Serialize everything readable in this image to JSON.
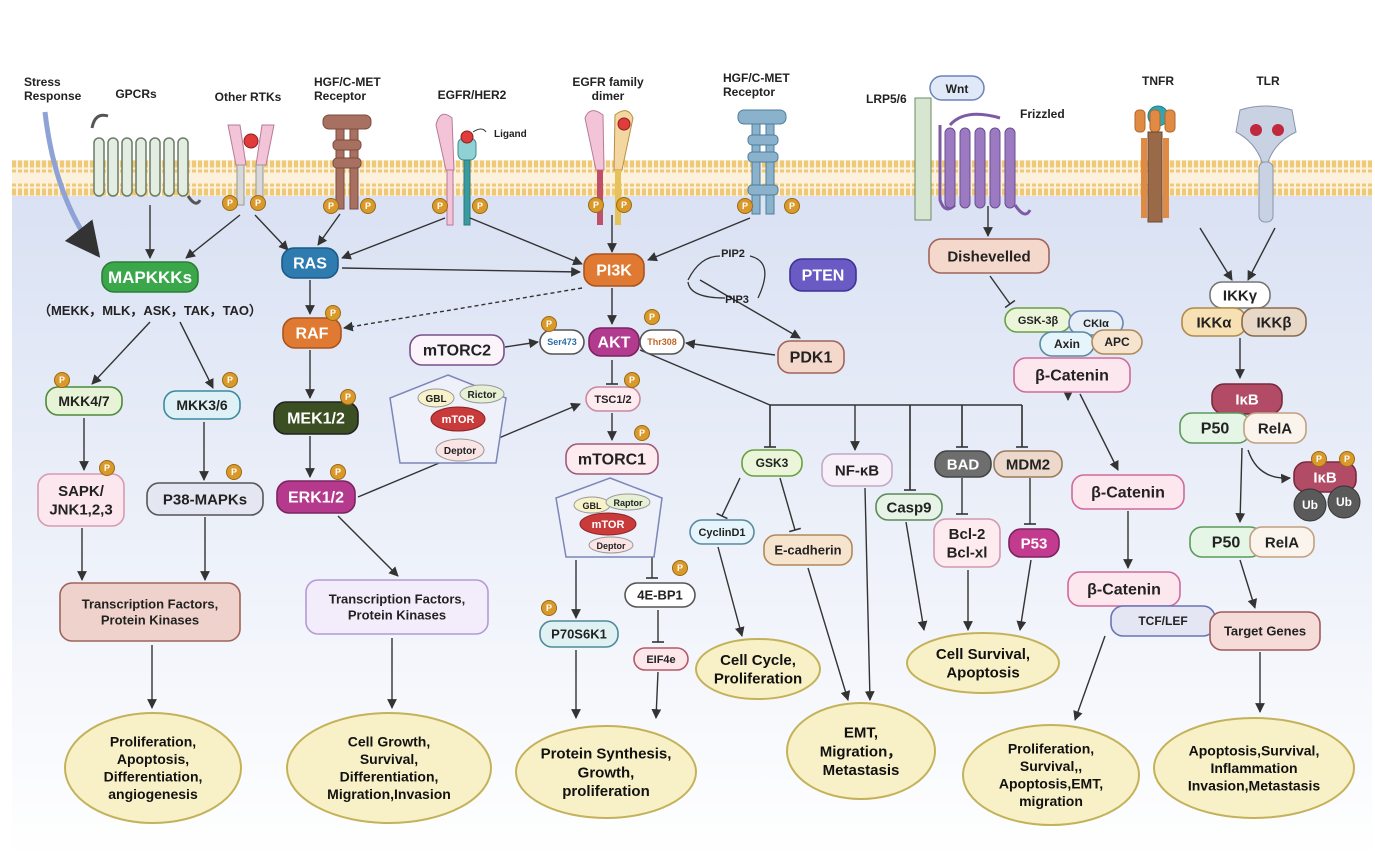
{
  "receptors": {
    "stress": "Stress\nResponse",
    "gpcrs": "GPCRs",
    "other_rtks": "Other RTKs",
    "hgf1": "HGF/C-MET\nReceptor",
    "egfr_her2": "EGFR/HER2",
    "ligand": "Ligand",
    "egfr_dimer": "EGFR family\ndimer",
    "hgf2": "HGF/C-MET\nReceptor",
    "lrp": "LRP5/6",
    "wnt": "Wnt",
    "frizzled": "Frizzled",
    "tnfr": "TNFR",
    "tlr": "TLR"
  },
  "phospho": "P",
  "mapk": {
    "mapkkks": "MAPKKKs",
    "mapkkk_list": "（MEKK，MLK，ASK，TAK，TAO）",
    "mkk47": "MKK4/7",
    "mkk36": "MKK3/6",
    "sapk": "SAPK/\nJNK1,2,3",
    "p38": "P38-MAPKs",
    "tf1": "Transcription Factors,\nProtein Kinases",
    "out1": "Proliferation,\nApoptosis,\nDifferentiation,\nangiogenesis"
  },
  "ras": {
    "ras": "RAS",
    "raf": "RAF",
    "mek": "MEK1/2",
    "erk": "ERK1/2",
    "tf2": "Transcription Factors,\nProtein Kinases",
    "out2": "Cell Growth,\nSurvival,\nDifferentiation,\nMigration,Invasion"
  },
  "pi3k": {
    "pi3k": "PI3K",
    "pip2": "PIP2",
    "pip3": "PIP3",
    "pten": "PTEN",
    "pdk1": "PDK1",
    "mtorc2": "mTORC2",
    "ser473": "Ser473",
    "akt": "AKT",
    "thr308": "Thr308",
    "gbl": "GBL",
    "rictor": "Rictor",
    "mtor": "mTOR",
    "deptor": "Deptor",
    "tsc": "TSC1/2",
    "mtorc1": "mTORC1",
    "raptor": "Raptor",
    "bp1": "4E-BP1",
    "p70": "P70S6K1",
    "eif4e": "EIF4e",
    "out3": "Protein Synthesis,\nGrowth,\nproliferation"
  },
  "akt_targets": {
    "gsk3": "GSK3",
    "nfkb": "NF-κB",
    "bad": "BAD",
    "mdm2": "MDM2",
    "casp9": "Casp9",
    "cyclind1": "CyclinD1",
    "ecad": "E-cadherin",
    "bcl": "Bcl-2\nBcl-xl",
    "p53": "P53",
    "out_cc": "Cell Cycle,\nProliferation",
    "out_emt": "EMT,\nMigration，\nMetastasis",
    "out_cs": "Cell Survival,\nApoptosis"
  },
  "wnt": {
    "dvl": "Dishevelled",
    "gsk3b": "GSK-3β",
    "ck1a": "CKIα",
    "axin": "Axin",
    "apc": "APC",
    "bcat1": "β-Catenin",
    "bcat2": "β-Catenin",
    "bcat3": "β-Catenin",
    "tcf": "TCF/LEF",
    "out": "Proliferation,\nSurvival,,\nApoptosis,EMT,\nmigration"
  },
  "nfkb_path": {
    "ikkg": "IKKγ",
    "ikka": "IKKα",
    "ikkb": "IKKβ",
    "ikb": "IκB",
    "p50a": "P50",
    "rela_a": "RelA",
    "ikb2": "IκB",
    "ub": "Ub",
    "p50b": "P50",
    "rela_b": "RelA",
    "target": "Target Genes",
    "out": "Apoptosis,Survival,\nInflammation\nInvasion,Metastasis"
  },
  "colors": {
    "green": "#3aa84a",
    "ras_blue": "#2e7bb0",
    "orange": "#e07a32",
    "mek_dark": "#3c4f22",
    "erk_magenta": "#b53a8e",
    "akt_magenta": "#b23b8f",
    "pten_purple": "#6a5bc4",
    "p53_magenta": "#c23b8f",
    "bad_gray": "#6e6e6e",
    "ikb_rose": "#b24c66",
    "phospho_gold": "#d99a2b",
    "outcome_fill": "#f8f1c7",
    "outcome_stroke": "#c4b25a",
    "membrane": "#f0c978"
  }
}
